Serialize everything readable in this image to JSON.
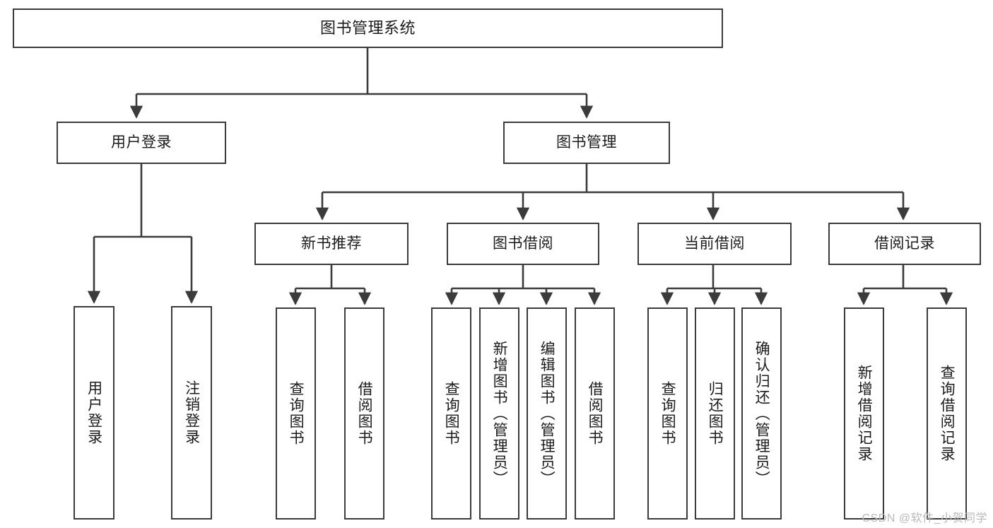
{
  "diagram": {
    "title": "图书管理系统",
    "type": "tree-hierarchy",
    "root": {
      "label": "图书管理系统"
    },
    "level1": [
      {
        "id": "user-login",
        "label": "用户登录"
      },
      {
        "id": "book-manage",
        "label": "图书管理"
      }
    ],
    "level2": [
      {
        "id": "new-book-recommend",
        "label": "新书推荐",
        "parent": "book-manage"
      },
      {
        "id": "book-borrow",
        "label": "图书借阅",
        "parent": "book-manage"
      },
      {
        "id": "current-borrow",
        "label": "当前借阅",
        "parent": "book-manage"
      },
      {
        "id": "borrow-record",
        "label": "借阅记录",
        "parent": "book-manage"
      }
    ],
    "leaves": [
      {
        "id": "leaf-user-login",
        "label": "用户登录",
        "parent": "user-login"
      },
      {
        "id": "leaf-logout-login",
        "label": "注销登录",
        "parent": "user-login"
      },
      {
        "id": "leaf-query-book-1",
        "label": "查询图书",
        "parent": "new-book-recommend"
      },
      {
        "id": "leaf-borrow-book-1",
        "label": "借阅图书",
        "parent": "new-book-recommend"
      },
      {
        "id": "leaf-query-book-2",
        "label": "查询图书",
        "parent": "book-borrow"
      },
      {
        "id": "leaf-add-book",
        "label": "新增图书（管理员）",
        "parent": "book-borrow"
      },
      {
        "id": "leaf-edit-book",
        "label": "编辑图书（管理员）",
        "parent": "book-borrow"
      },
      {
        "id": "leaf-borrow-book-2",
        "label": "借阅图书",
        "parent": "book-borrow"
      },
      {
        "id": "leaf-query-book-3",
        "label": "查询图书",
        "parent": "current-borrow"
      },
      {
        "id": "leaf-return-book",
        "label": "归还图书",
        "parent": "current-borrow"
      },
      {
        "id": "leaf-confirm-return",
        "label": "确认归还（管理员）",
        "parent": "current-borrow"
      },
      {
        "id": "leaf-add-record",
        "label": "新增借阅记录",
        "parent": "borrow-record"
      },
      {
        "id": "leaf-query-record",
        "label": "查询借阅记录",
        "parent": "borrow-record"
      }
    ],
    "colors": {
      "stroke": "#3b3b3b",
      "fill": "#ffffff",
      "text": "#1b1b1b",
      "watermark": "#b9b9b9"
    }
  },
  "watermark": {
    "text": "CSDN @软件_小贺同学"
  }
}
